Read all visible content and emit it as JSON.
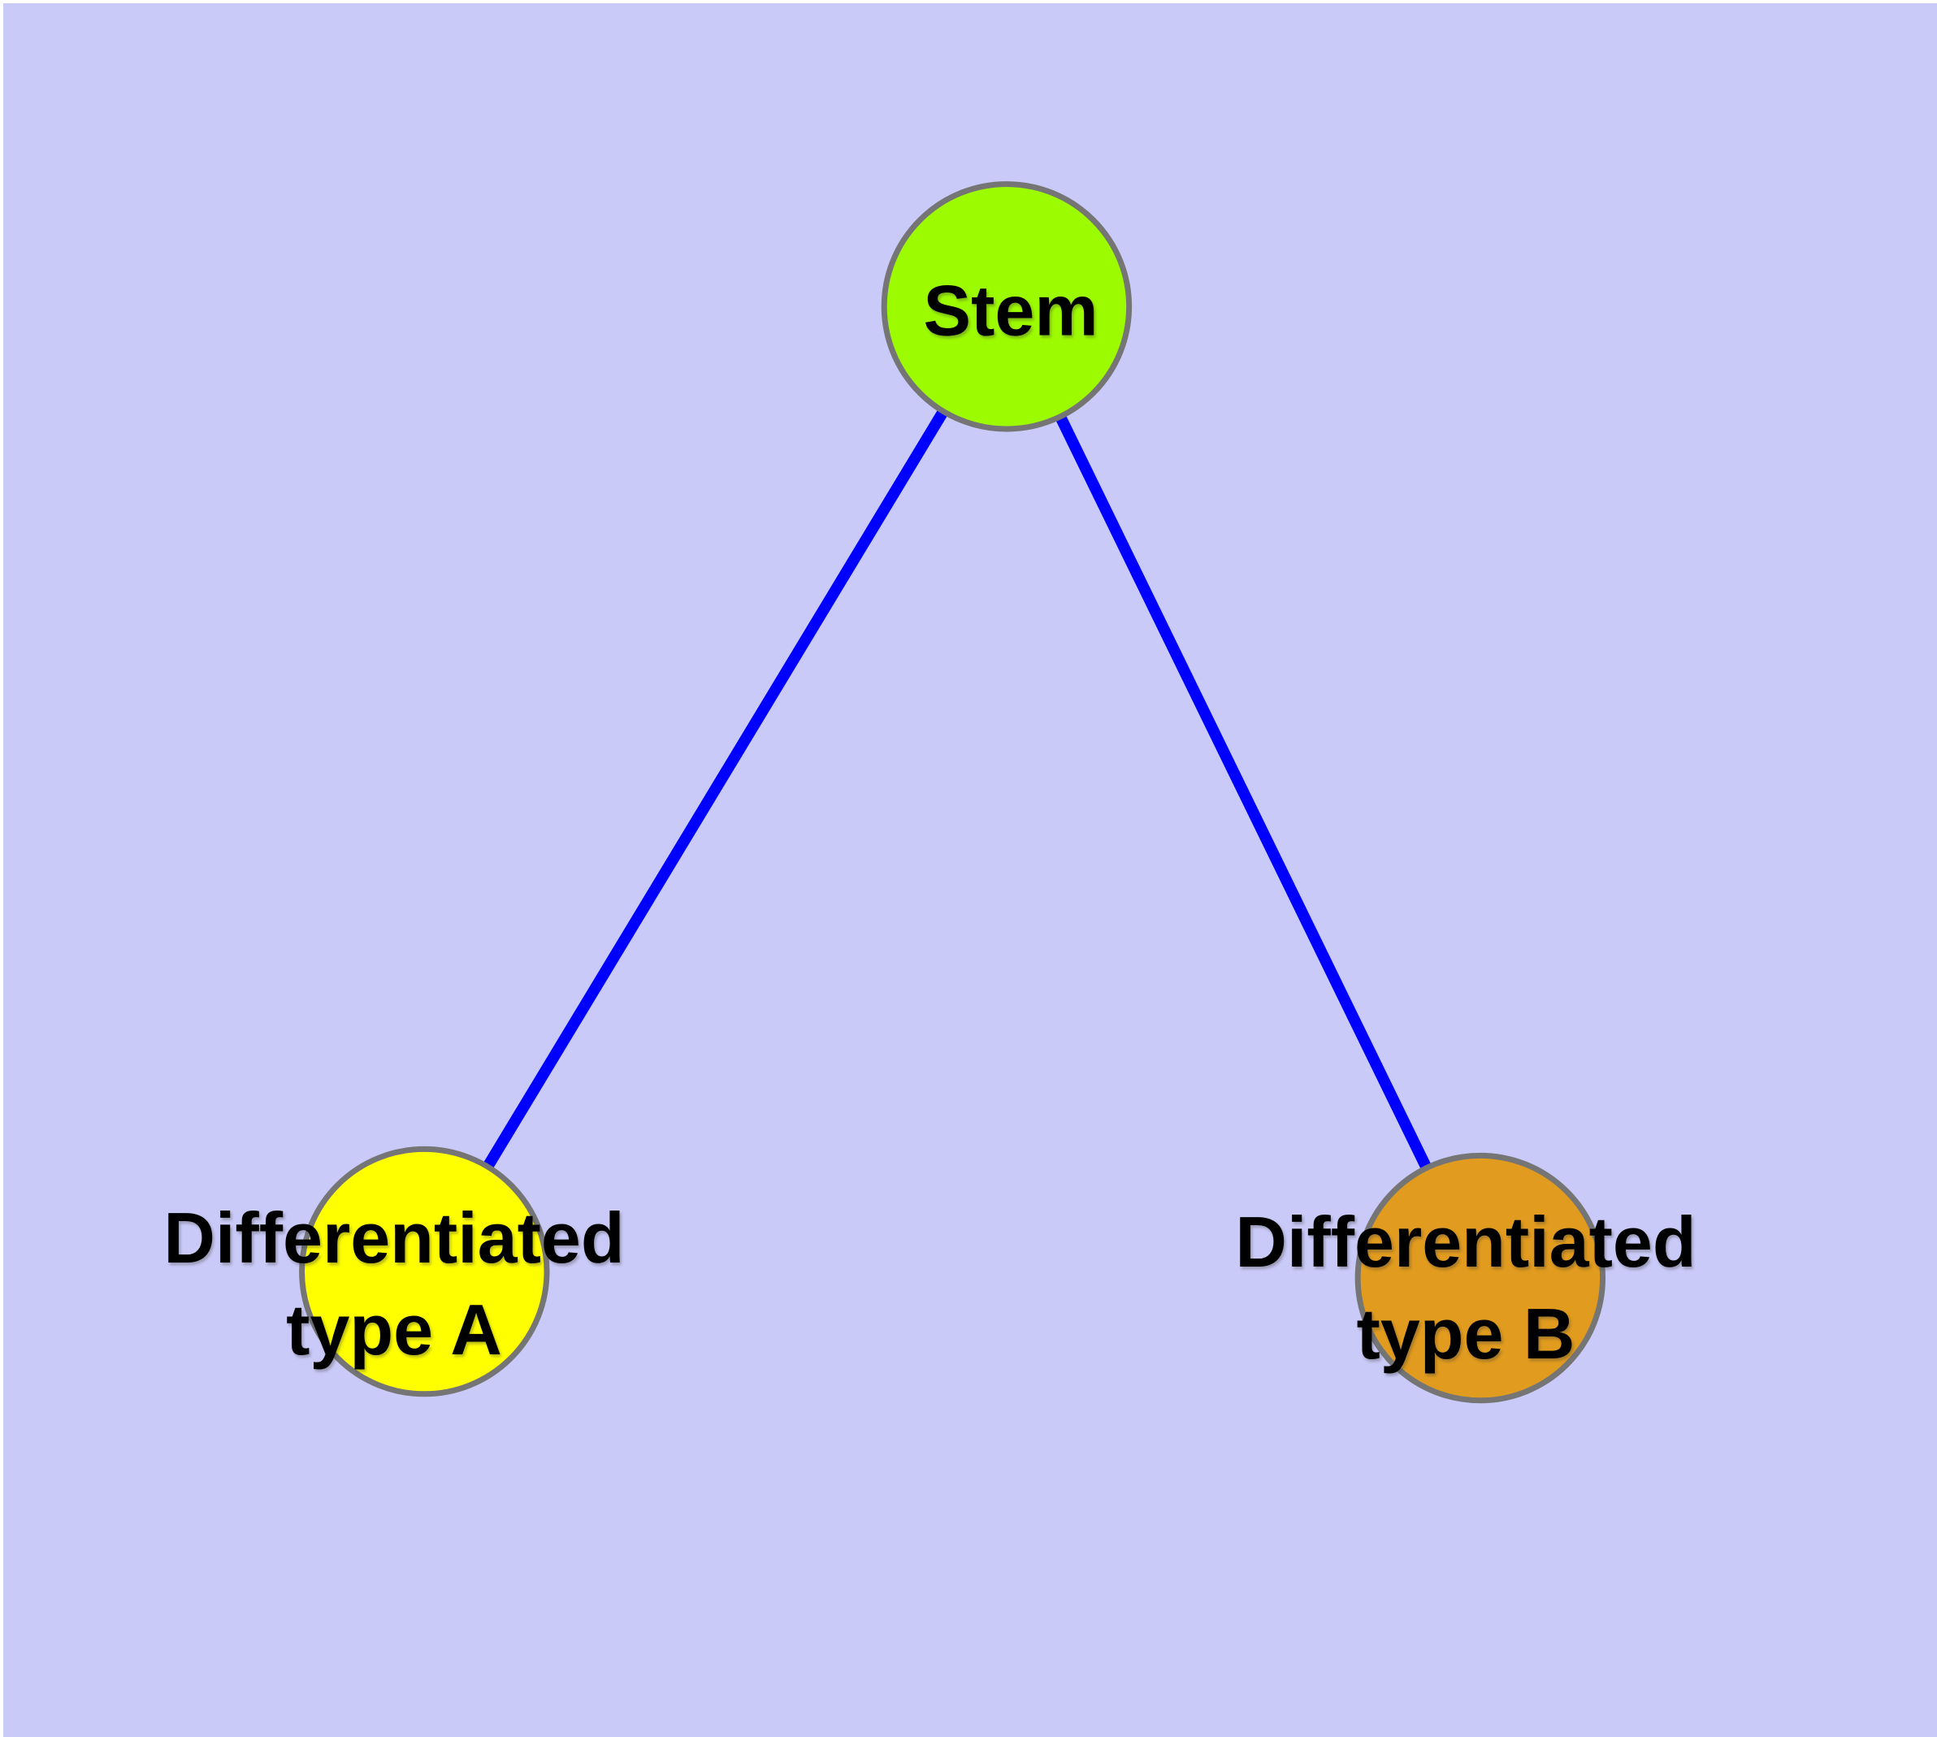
{
  "diagram": {
    "background_color": "#cacaf8",
    "frame_color": "#ffffff",
    "edge_color": "#0000ff",
    "node_border_color": "#757575",
    "label_color": "#000000",
    "nodes": [
      {
        "id": "stem",
        "label": "Stem",
        "fill_color": "#9dfb00"
      },
      {
        "id": "differentiated-type-a",
        "label": "Differentiated type A",
        "label_lines": [
          "Differentiated",
          "type A"
        ],
        "fill_color": "#ffff00"
      },
      {
        "id": "differentiated-type-b",
        "label": "Differentiated type B",
        "label_lines": [
          "Differentiated",
          "type B"
        ],
        "fill_color": "#e19b1e"
      }
    ],
    "edges": [
      {
        "from": "stem",
        "to": "differentiated-type-a"
      },
      {
        "from": "stem",
        "to": "differentiated-type-b"
      }
    ]
  }
}
